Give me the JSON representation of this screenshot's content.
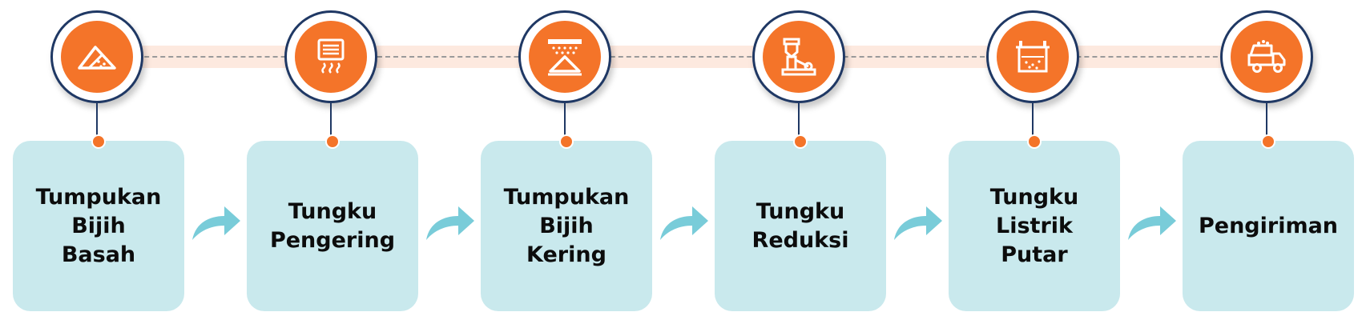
{
  "colors": {
    "accent": "#f47429",
    "ring": "#1f3864",
    "card": "#c9e9ed",
    "arrow": "#79ccd9",
    "track": "#fde9df"
  },
  "stages": [
    {
      "label": "Tumpukan\nBijih\nBasah",
      "icon": "ore-pile-icon"
    },
    {
      "label": "Tungku\nPengering",
      "icon": "dryer-icon"
    },
    {
      "label": "Tumpukan\nBijih\nKering",
      "icon": "dry-ore-pile-icon"
    },
    {
      "label": "Tungku\nReduksi",
      "icon": "reduction-furnace-icon"
    },
    {
      "label": "Tungku\nListrik\nPutar",
      "icon": "electric-furnace-icon"
    },
    {
      "label": "Pengiriman",
      "icon": "dump-truck-icon"
    }
  ]
}
